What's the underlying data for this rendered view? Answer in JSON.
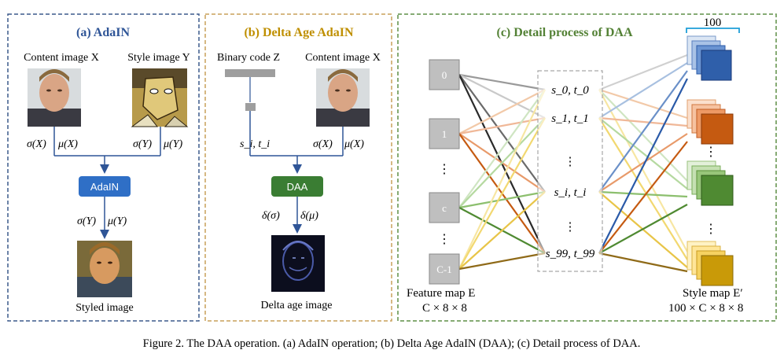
{
  "panel_a": {
    "title": "(a) AdaIN",
    "content_label": "Content image X",
    "style_label": "Style image Y",
    "sigma_x": "σ(X)",
    "mu_x": "μ(X)",
    "sigma_y": "σ(Y)",
    "mu_y": "μ(Y)",
    "adain_label": "AdaIN",
    "out_sigma": "σ(Y)",
    "out_mu": "μ(Y)",
    "styled_label": "Styled image"
  },
  "panel_b": {
    "title": "(b) Delta Age AdaIN",
    "binary_label": "Binary code Z",
    "content_label": "Content image X",
    "si_ti": "s_i, t_i",
    "sigma_x": "σ(X)",
    "mu_x": "μ(X)",
    "daa_label": "DAA",
    "delta_sigma": "δ(σ)",
    "delta_mu": "δ(μ)",
    "delta_label": "Delta age image"
  },
  "panel_c": {
    "title": "(c) Detail process of DAA",
    "feature_nodes": [
      "0",
      "1",
      "c",
      "C-1"
    ],
    "dots": "⋮",
    "pairs": [
      "s_0, t_0",
      "s_1, t_1",
      "⋮",
      "s_i, t_i",
      "⋮",
      "s_99, t_99"
    ],
    "top_count": "100",
    "feature_map_label": "Feature map E",
    "feature_map_dims": "C × 8 × 8",
    "style_map_label": "Style map E′",
    "style_map_dims": "100 × C × 8 × 8"
  },
  "caption": "Figure 2. The DAA operation. (a) AdaIN operation; (b) Delta Age AdaIN (DAA); (c) Detail process of DAA.",
  "colors": {
    "panel_a_border": "#3c5a8c",
    "panel_b_border": "#c9a05a",
    "panel_c_border": "#5e8f46",
    "panel_a_title": "#2f5597",
    "panel_b_title": "#bf8f00",
    "panel_c_title": "#538135",
    "adain_box": "#2f6fc6",
    "daa_box": "#3a7d33",
    "arrow": "#2f5597"
  }
}
